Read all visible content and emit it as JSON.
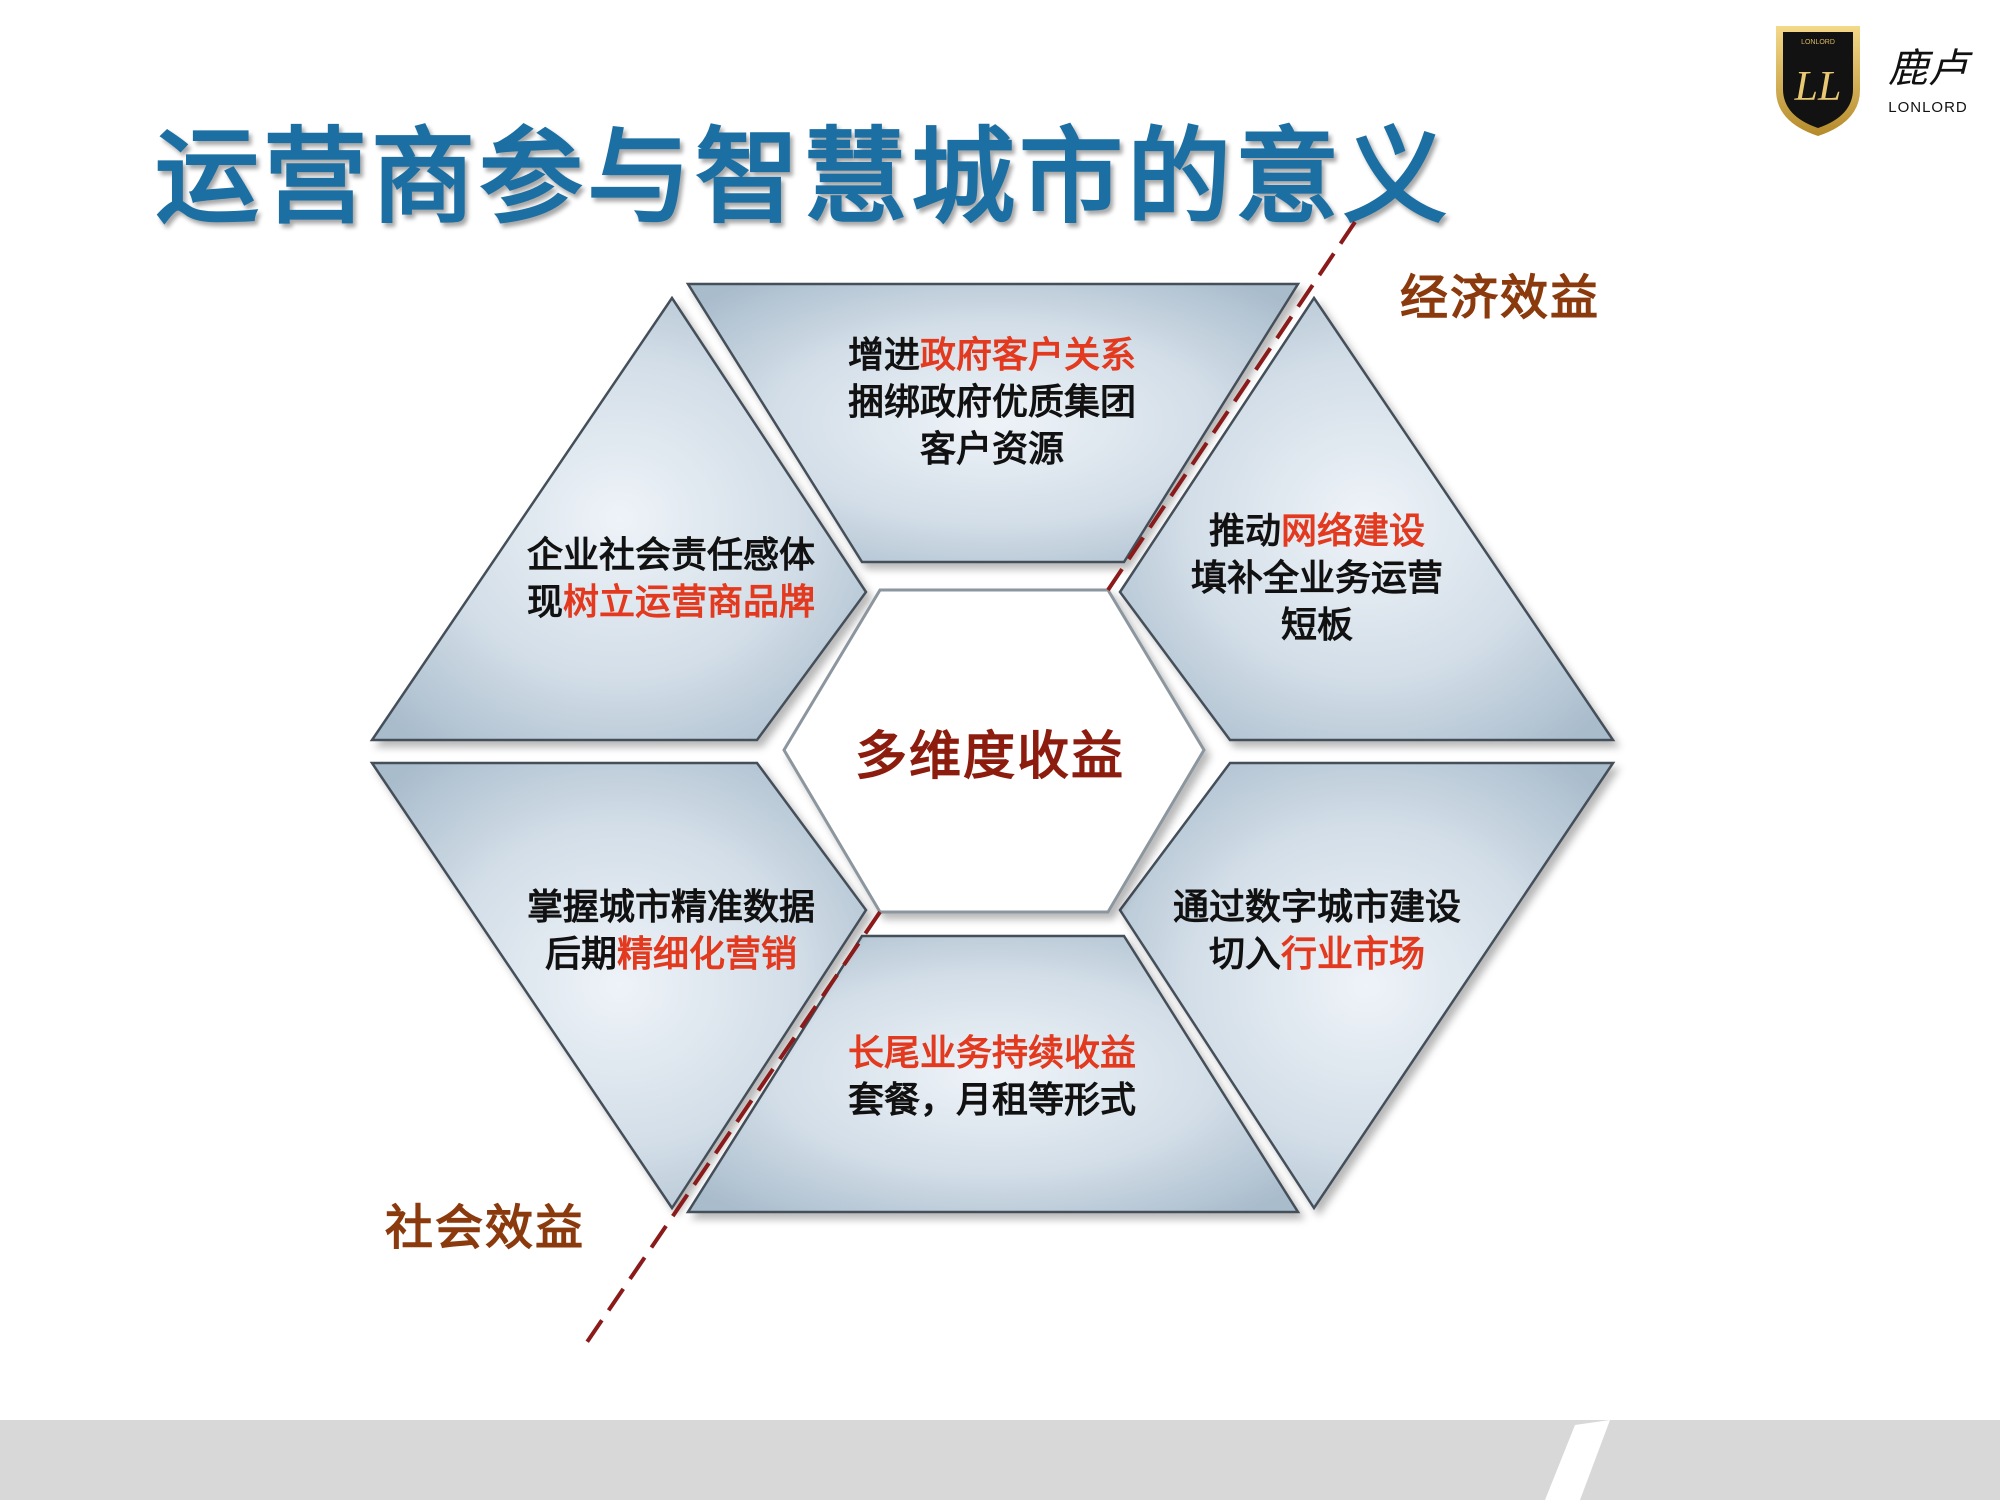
{
  "title": "运营商参与智慧城市的意义",
  "logo": {
    "mark": "LL",
    "small_text": "LONLORD",
    "brand_cn": "鹿卢",
    "brand_en": "LONLORD"
  },
  "center": {
    "label": "多维度收益"
  },
  "benefits": {
    "economic": "经济效益",
    "social": "社会效益"
  },
  "segments": {
    "top": {
      "l1_plain": "增进",
      "l1_hl": "政府客户关系",
      "l2": "捆绑政府优质集团",
      "l3": "客户资源"
    },
    "upper_right": {
      "l1_plain": "推动",
      "l1_hl": "网络建设",
      "l2": "填补全业务运营",
      "l3": "短板"
    },
    "lower_right": {
      "l1": "通过数字城市建设",
      "l2_plain": "切入",
      "l2_hl": "行业市场"
    },
    "bottom": {
      "l1_hl": "长尾业务持续收益",
      "l2": "套餐，月租等形式"
    },
    "lower_left": {
      "l1": "掌握城市精准数据",
      "l2_plain": "后期",
      "l2_hl": "精细化营销"
    },
    "upper_left": {
      "l1": "企业社会责任感体",
      "l2_plain": "现",
      "l2_hl": "树立运营商品牌"
    }
  },
  "colors": {
    "title": "#1c6fa3",
    "highlight": "#e3391f",
    "center_text": "#8c1c0e",
    "benefit_text": "#8a3a0c",
    "divider": "#8b1a1a",
    "segment_fill_light": "#eef3f8",
    "segment_fill_dark": "#a9bccc"
  }
}
